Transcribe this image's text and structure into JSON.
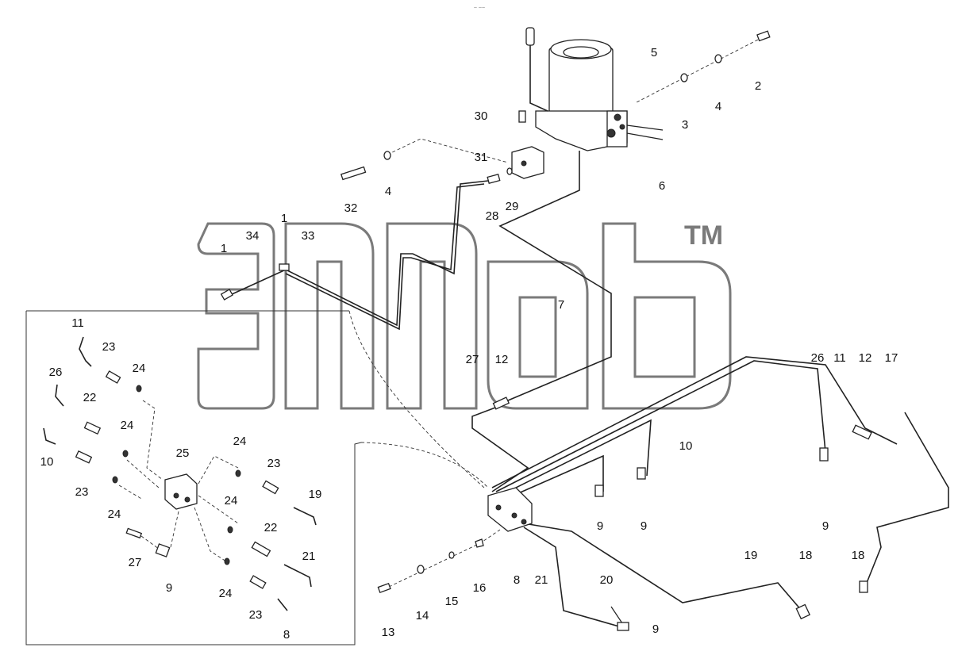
{
  "header": {
    "tiny_text": "~ ~~"
  },
  "watermark": {
    "tm": "TM"
  },
  "callouts": {
    "c1a": "1",
    "c1b": "1",
    "c2": "2",
    "c3": "3",
    "c4a": "4",
    "c4b": "4",
    "c5": "5",
    "c6": "6",
    "c7": "7",
    "c8a": "8",
    "c8b": "8",
    "c9a": "9",
    "c9b": "9",
    "c9c": "9",
    "c9d": "9",
    "c9e": "9",
    "c10a": "10",
    "c10b": "10",
    "c11a": "11",
    "c11b": "11",
    "c12a": "12",
    "c12b": "12",
    "c13": "13",
    "c14": "14",
    "c15": "15",
    "c16": "16",
    "c17": "17",
    "c18a": "18",
    "c18b": "18",
    "c19a": "19",
    "c19b": "19",
    "c20": "20",
    "c21a": "21",
    "c21b": "21",
    "c22a": "22",
    "c22b": "22",
    "c23a": "23",
    "c23b": "23",
    "c23c": "23",
    "c23d": "23",
    "c24a": "24",
    "c24b": "24",
    "c24c": "24",
    "c24d": "24",
    "c24e": "24",
    "c24f": "24",
    "c25": "25",
    "c26a": "26",
    "c26b": "26",
    "c27a": "27",
    "c27b": "27",
    "c28": "28",
    "c29": "29",
    "c30": "30",
    "c31": "31",
    "c32": "32",
    "c33": "33",
    "c34": "34"
  }
}
